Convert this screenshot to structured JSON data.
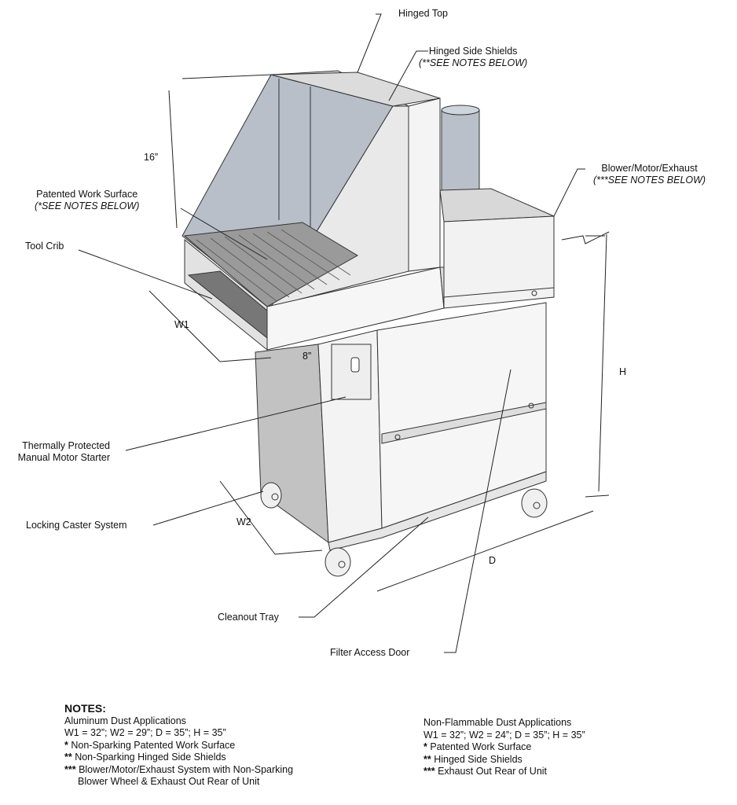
{
  "labels": {
    "hinged_top": "Hinged Top",
    "hinged_side_shields": "Hinged Side Shields",
    "hinged_side_shields_note": "(**SEE NOTES BELOW)",
    "blower": "Blower/Motor/Exhaust",
    "blower_note": "(***SEE NOTES BELOW)",
    "work_surface": "Patented Work Surface",
    "work_surface_note": "(*SEE NOTES BELOW)",
    "tool_crib": "Tool Crib",
    "dim_16": "16”",
    "dim_w1": "W1",
    "dim_8": "8”",
    "dim_h": "H",
    "dim_w2": "W2",
    "dim_d": "D",
    "motor_starter_1": "Thermally Protected",
    "motor_starter_2": "Manual Motor Starter",
    "caster": "Locking Caster System",
    "cleanout": "Cleanout Tray",
    "filter_door": "Filter Access Door"
  },
  "notes": {
    "title": "NOTES:",
    "aluminum": {
      "heading": "Aluminum Dust Applications",
      "dims": "W1 = 32”; W2 = 29”; D = 35”; H = 35”",
      "n1_mark": "*",
      "n1": " Non-Sparking Patented Work Surface",
      "n2_mark": "**",
      "n2": " Non-Sparking Hinged Side Shields",
      "n3_mark": "***",
      "n3": " Blower/Motor/Exhaust System with Non-Sparking",
      "n3_cont": "Blower Wheel & Exhaust Out Rear of Unit"
    },
    "non_flammable": {
      "heading": "Non-Flammable Dust Applications",
      "dims": "W1 = 32”; W2 = 24”; D = 35”; H = 35”",
      "n1_mark": "*",
      "n1": " Patented Work Surface",
      "n2_mark": "**",
      "n2": " Hinged Side Shields",
      "n3_mark": "***",
      "n3": " Exhaust Out Rear of Unit"
    }
  }
}
